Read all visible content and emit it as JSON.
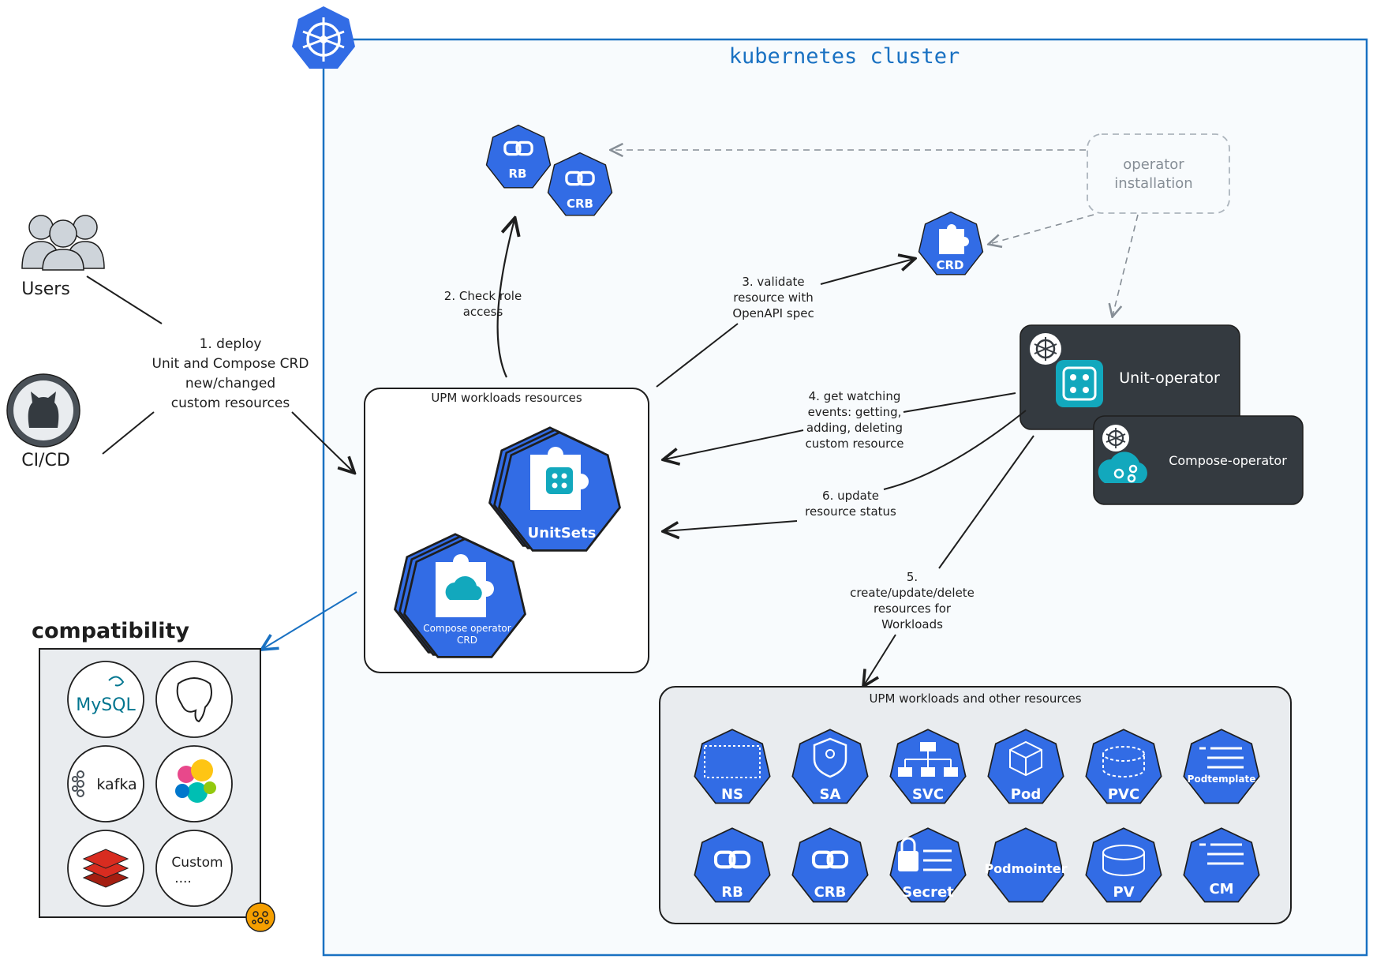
{
  "cluster": {
    "title": "kubernetes cluster"
  },
  "actors": {
    "users": "Users",
    "cicd": "CI/CD"
  },
  "steps": {
    "deploy": [
      "1. deploy",
      "Unit and Compose CRD",
      "new/changed",
      "custom resources"
    ],
    "check_role": [
      "2. Check role",
      "access"
    ],
    "validate": [
      "3. validate",
      "resource with",
      "OpenAPI spec"
    ],
    "get_watching": [
      "4. get watching",
      "events: getting,",
      "adding, deleting",
      "custom resource"
    ],
    "create_update": [
      "5.",
      "create/update/delete",
      "resources for",
      "Workloads"
    ],
    "update_status": [
      "6. update",
      "resource status"
    ]
  },
  "top_resources": {
    "rb": "RB",
    "crb": "CRB",
    "crd": "CRD"
  },
  "operator_installation": [
    "operator",
    "installation"
  ],
  "operators": {
    "unit": "Unit-operator",
    "compose": "Compose-operator"
  },
  "workloads_box": {
    "title": "UPM workloads resources",
    "unitsets": "UnitSets",
    "compose_crd": [
      "Compose operator",
      "CRD"
    ]
  },
  "other_box": {
    "title": "UPM workloads and other resources",
    "row1": [
      "NS",
      "SA",
      "SVC",
      "Pod",
      "PVC",
      "Podtemplate"
    ],
    "row2": [
      "RB",
      "CRB",
      "Secret",
      "Podmointer",
      "PV",
      "CM"
    ]
  },
  "compatibility": {
    "title": "compatibility",
    "mysql": "MySQL",
    "kafka": "kafka",
    "custom": [
      "Custom",
      "...."
    ]
  },
  "colors": {
    "k8s_blue": "#326ce5",
    "cluster_border": "#1971c2",
    "cluster_fill": "#f8fbfd",
    "operator_bg": "#343a40",
    "teal": "#12a8bd",
    "compat_bg": "#e9ecef"
  }
}
